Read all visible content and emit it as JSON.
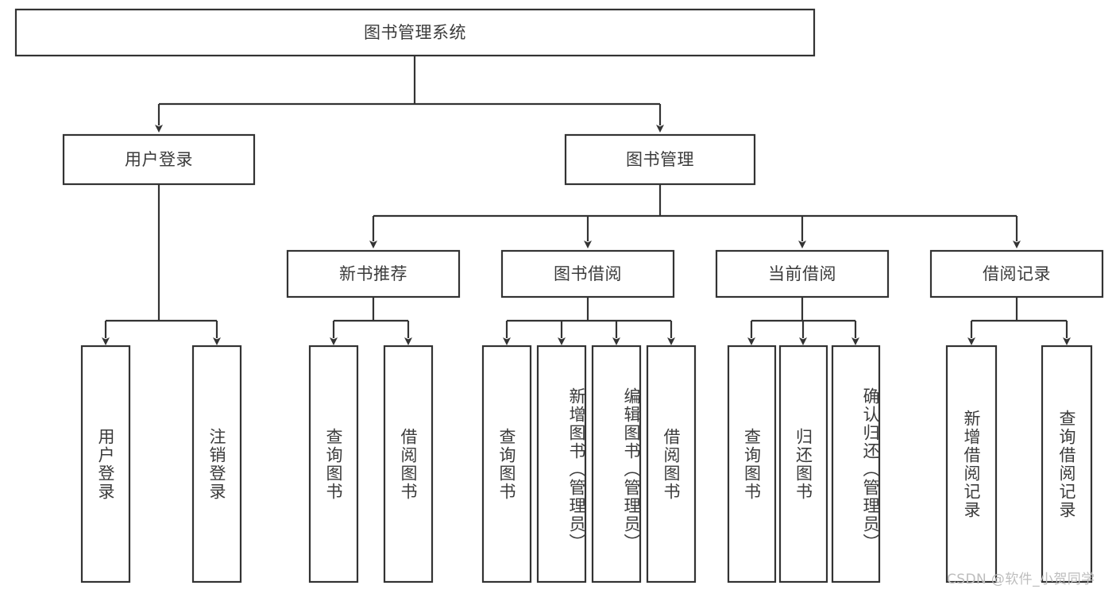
{
  "diagram": {
    "title": "图书管理系统",
    "type": "tree-hierarchy",
    "watermark": "CSDN @软件_小贺同学",
    "colors": {
      "stroke": "#333333",
      "fill": "#ffffff",
      "text": "#3b3b3b",
      "watermark": "#bdbdbd"
    },
    "levels": {
      "root": {
        "label": "图书管理系统"
      },
      "level2": [
        {
          "label": "用户登录"
        },
        {
          "label": "图书管理"
        }
      ],
      "level3": [
        {
          "label": "新书推荐"
        },
        {
          "label": "图书借阅"
        },
        {
          "label": "当前借阅"
        },
        {
          "label": "借阅记录"
        }
      ],
      "leaves": {
        "user_login": [
          {
            "label": "用户登录"
          },
          {
            "label": "注销登录"
          }
        ],
        "new_book_recommend": [
          {
            "label": "查询图书"
          },
          {
            "label": "借阅图书"
          }
        ],
        "book_borrow": [
          {
            "label": "查询图书"
          },
          {
            "label": "新增图书（管理员）"
          },
          {
            "label": "编辑图书（管理员）"
          },
          {
            "label": "借阅图书"
          }
        ],
        "current_borrow": [
          {
            "label": "查询图书"
          },
          {
            "label": "归还图书"
          },
          {
            "label": "确认归还（管理员）"
          }
        ],
        "borrow_record": [
          {
            "label": "新增借阅记录"
          },
          {
            "label": "查询借阅记录"
          }
        ]
      }
    }
  }
}
